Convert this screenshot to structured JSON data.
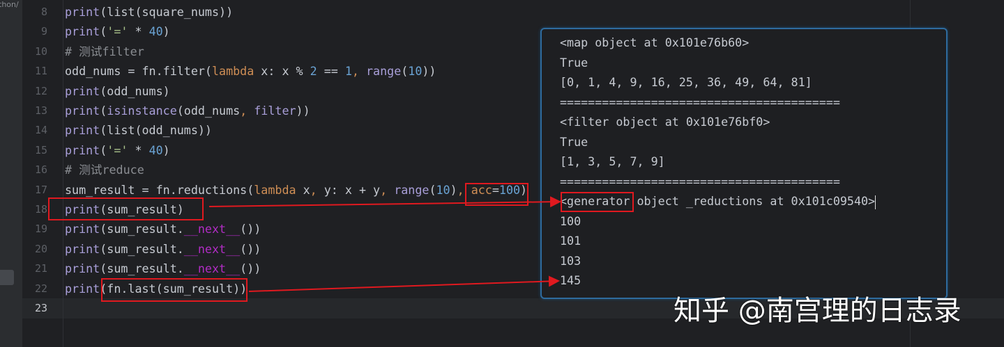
{
  "sidebar": {
    "path_label": "thon/"
  },
  "editor": {
    "current_line": 23,
    "lines": [
      {
        "n": "8",
        "tokens": [
          [
            "fn",
            "print"
          ],
          [
            "p",
            "(list(square_nums))"
          ]
        ]
      },
      {
        "n": "9",
        "tokens": [
          [
            "fn",
            "print"
          ],
          [
            "p",
            "("
          ],
          [
            "str",
            "'='"
          ],
          [
            "p",
            " * "
          ],
          [
            "num",
            "40"
          ],
          [
            "p",
            ")"
          ]
        ]
      },
      {
        "n": "10",
        "tokens": [
          [
            "com",
            "# 测试filter"
          ]
        ]
      },
      {
        "n": "11",
        "tokens": [
          [
            "p",
            "odd_nums = fn.filter("
          ],
          [
            "kw",
            "lambda"
          ],
          [
            "p",
            " x: x % "
          ],
          [
            "num",
            "2"
          ],
          [
            "p",
            " == "
          ],
          [
            "num",
            "1"
          ],
          [
            "sep",
            ", "
          ],
          [
            "fn",
            "range"
          ],
          [
            "p",
            "("
          ],
          [
            "num",
            "10"
          ],
          [
            "p",
            "))"
          ]
        ]
      },
      {
        "n": "12",
        "tokens": [
          [
            "fn",
            "print"
          ],
          [
            "p",
            "(odd_nums)"
          ]
        ]
      },
      {
        "n": "13",
        "tokens": [
          [
            "fn",
            "print"
          ],
          [
            "p",
            "("
          ],
          [
            "fn",
            "isinstance"
          ],
          [
            "p",
            "(odd_nums"
          ],
          [
            "sep",
            ", "
          ],
          [
            "fn",
            "filter"
          ],
          [
            "p",
            "))"
          ]
        ]
      },
      {
        "n": "14",
        "tokens": [
          [
            "fn",
            "print"
          ],
          [
            "p",
            "(list(odd_nums))"
          ]
        ]
      },
      {
        "n": "15",
        "tokens": [
          [
            "fn",
            "print"
          ],
          [
            "p",
            "("
          ],
          [
            "str",
            "'='"
          ],
          [
            "p",
            " * "
          ],
          [
            "num",
            "40"
          ],
          [
            "p",
            ")"
          ]
        ]
      },
      {
        "n": "16",
        "tokens": [
          [
            "com",
            "# 测试reduce"
          ]
        ]
      },
      {
        "n": "17",
        "tokens": [
          [
            "p",
            "sum_result = fn.reductions("
          ],
          [
            "kw",
            "lambda"
          ],
          [
            "p",
            " x"
          ],
          [
            "sep",
            ", "
          ],
          [
            "p",
            "y: x + y"
          ],
          [
            "sep",
            ", "
          ],
          [
            "fn",
            "range"
          ],
          [
            "p",
            "("
          ],
          [
            "num",
            "10"
          ],
          [
            "p",
            ")"
          ],
          [
            "sep",
            ", "
          ],
          [
            "kw",
            "acc"
          ],
          [
            "p",
            "="
          ],
          [
            "num",
            "100"
          ],
          [
            "p",
            ")"
          ]
        ]
      },
      {
        "n": "18",
        "tokens": [
          [
            "fn",
            "print"
          ],
          [
            "p",
            "(sum_result)"
          ]
        ]
      },
      {
        "n": "19",
        "tokens": [
          [
            "fn",
            "print"
          ],
          [
            "p",
            "(sum_result."
          ],
          [
            "dun",
            "__next__"
          ],
          [
            "p",
            "())"
          ]
        ]
      },
      {
        "n": "20",
        "tokens": [
          [
            "fn",
            "print"
          ],
          [
            "p",
            "(sum_result."
          ],
          [
            "dun",
            "__next__"
          ],
          [
            "p",
            "())"
          ]
        ]
      },
      {
        "n": "21",
        "tokens": [
          [
            "fn",
            "print"
          ],
          [
            "p",
            "(sum_result."
          ],
          [
            "dun",
            "__next__"
          ],
          [
            "p",
            "())"
          ]
        ]
      },
      {
        "n": "22",
        "tokens": [
          [
            "fn",
            "print"
          ],
          [
            "p",
            "(fn.last(sum_result))"
          ]
        ]
      },
      {
        "n": "23",
        "tokens": []
      }
    ]
  },
  "output": {
    "lines": [
      "<map object at 0x101e76b60>",
      "True",
      "[0, 1, 4, 9, 16, 25, 36, 49, 64, 81]",
      "========================================",
      "<filter object at 0x101e76bf0>",
      "True",
      "[1, 3, 5, 7, 9]",
      "========================================",
      "<generator object _reductions at 0x101c09540>",
      "100",
      "101",
      "103",
      "145"
    ]
  },
  "annotation_color": "#e0191f",
  "watermark": "知乎 @南宫理的日志录"
}
